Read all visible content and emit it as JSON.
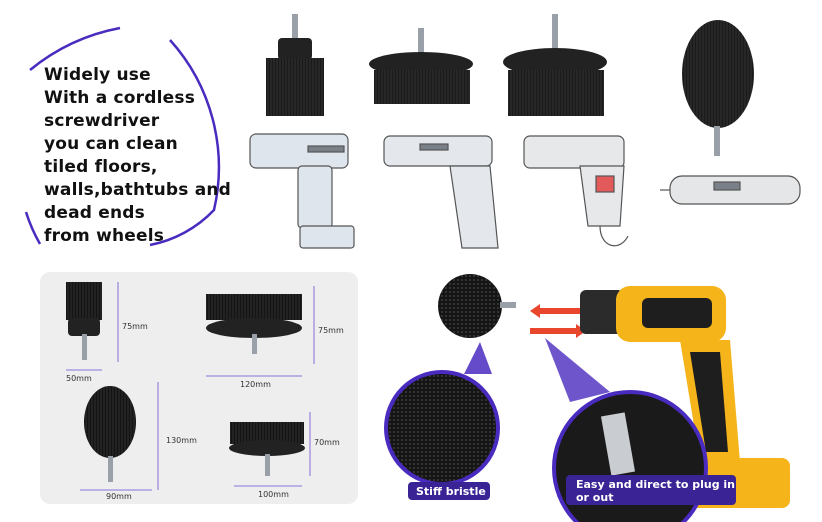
{
  "intro": {
    "lines": [
      "Widely use",
      "With a cordless",
      "screwdriver",
      "you can clean",
      "tiled floors,",
      "walls,bathtubs and",
      "dead ends",
      "from wheels"
    ]
  },
  "dimensions": {
    "small_flat": {
      "height": "75mm",
      "width": "50mm"
    },
    "large_flat": {
      "height": "75mm",
      "width": "120mm"
    },
    "round": {
      "height": "130mm",
      "width": "90mm"
    },
    "medium_flat": {
      "height": "70mm",
      "width": "100mm"
    }
  },
  "callouts": {
    "stiff": "Stiff bristle",
    "plug": "Easy and direct to plug in or out"
  },
  "colors": {
    "accent_purple": "#4a2bbf",
    "badge_purple": "#3a2394",
    "arrow_red": "#e8472e",
    "drill_yellow": "#f4b41a",
    "bristle_black": "#141414"
  }
}
